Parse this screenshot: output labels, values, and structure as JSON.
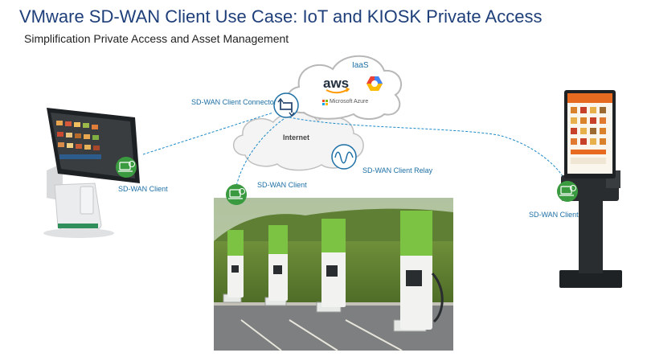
{
  "header": {
    "title": "VMware SD-WAN Client Use Case: IoT and KIOSK Private Access",
    "subtitle": "Simplification Private Access and Asset Management"
  },
  "cloud": {
    "label": "IaaS",
    "aws_label": "aws",
    "azure_label": "Microsoft Azure"
  },
  "internet": {
    "label": "Internet"
  },
  "nodes": {
    "connector_label": "SD-WAN Client Connector",
    "relay_label": "SD-WAN Client Relay",
    "pos_client_label": "SD-WAN Client",
    "charger_client_label": "SD-WAN Client",
    "kiosk_client_label": "SD-WAN Client"
  },
  "colors": {
    "title": "#1f3f7a",
    "label": "#1d6fa5",
    "client_badge": "#3a9a3f",
    "dotted_link": "#1d8ac9",
    "cloud_outline": "#b8b8b8"
  }
}
